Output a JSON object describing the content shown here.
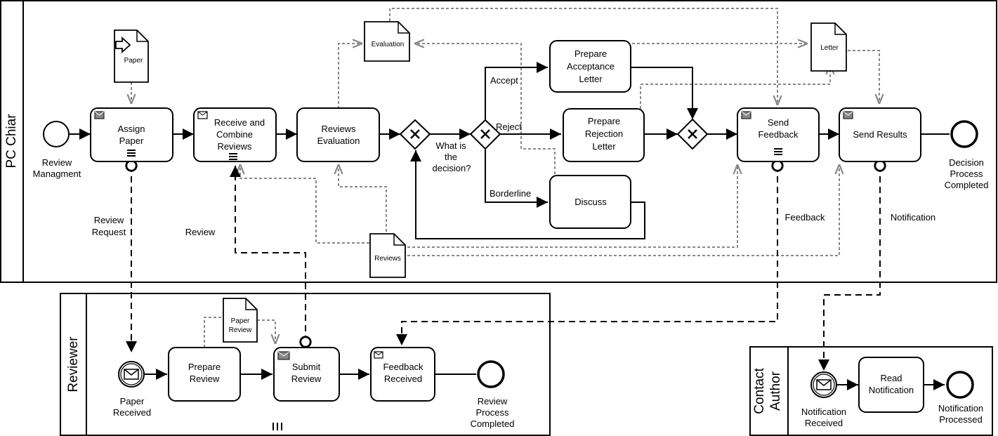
{
  "pools": {
    "pc_chair": "PC Chiar",
    "reviewer": "Reviewer",
    "author_line1": "Contact",
    "author_line2": "Author"
  },
  "events": {
    "review_start_1": "Review",
    "review_start_2": "Managment",
    "decision_end_1": "Decision",
    "decision_end_2": "Process",
    "decision_end_3": "Completed",
    "paper_received_1": "Paper",
    "paper_received_2": "Received",
    "review_end_1": "Review",
    "review_end_2": "Process",
    "review_end_3": "Completed",
    "notif_received_1": "Notification",
    "notif_received_2": "Received",
    "notif_processed_1": "Notification",
    "notif_processed_2": "Processed"
  },
  "tasks": {
    "assign_1": "Assign",
    "assign_2": "Paper",
    "receive_1": "Receive and",
    "receive_2": "Combine",
    "receive_3": "Reviews",
    "evaluation_1": "Reviews",
    "evaluation_2": "Evaluation",
    "acceptance_1": "Prepare",
    "acceptance_2": "Acceptance",
    "acceptance_3": "Letter",
    "rejection_1": "Prepare",
    "rejection_2": "Rejection",
    "rejection_3": "Letter",
    "discuss": "Discuss",
    "send_feedback_1": "Send",
    "send_feedback_2": "Feedback",
    "send_results": "Send Results",
    "prepare_review_1": "Prepare",
    "prepare_review_2": "Review",
    "submit_review_1": "Submit",
    "submit_review_2": "Review",
    "feedback_received_1": "Feedback",
    "feedback_received_2": "Received",
    "read_notif_1": "Read",
    "read_notif_2": "Notification"
  },
  "gateway_labels": {
    "question_1": "What is",
    "question_2": "the",
    "question_3": "decision?",
    "accept": "Accept",
    "reject": "Reject",
    "borderline": "Borderline"
  },
  "data_objects": {
    "paper": "Paper",
    "evaluation": "Evaluation",
    "letter": "Letter",
    "reviews": "Reviews",
    "paper_review_1": "Paper",
    "paper_review_2": "Review"
  },
  "message_flows": {
    "review_request_1": "Review",
    "review_request_2": "Request",
    "review": "Review",
    "feedback": "Feedback",
    "notification": "Notification"
  }
}
